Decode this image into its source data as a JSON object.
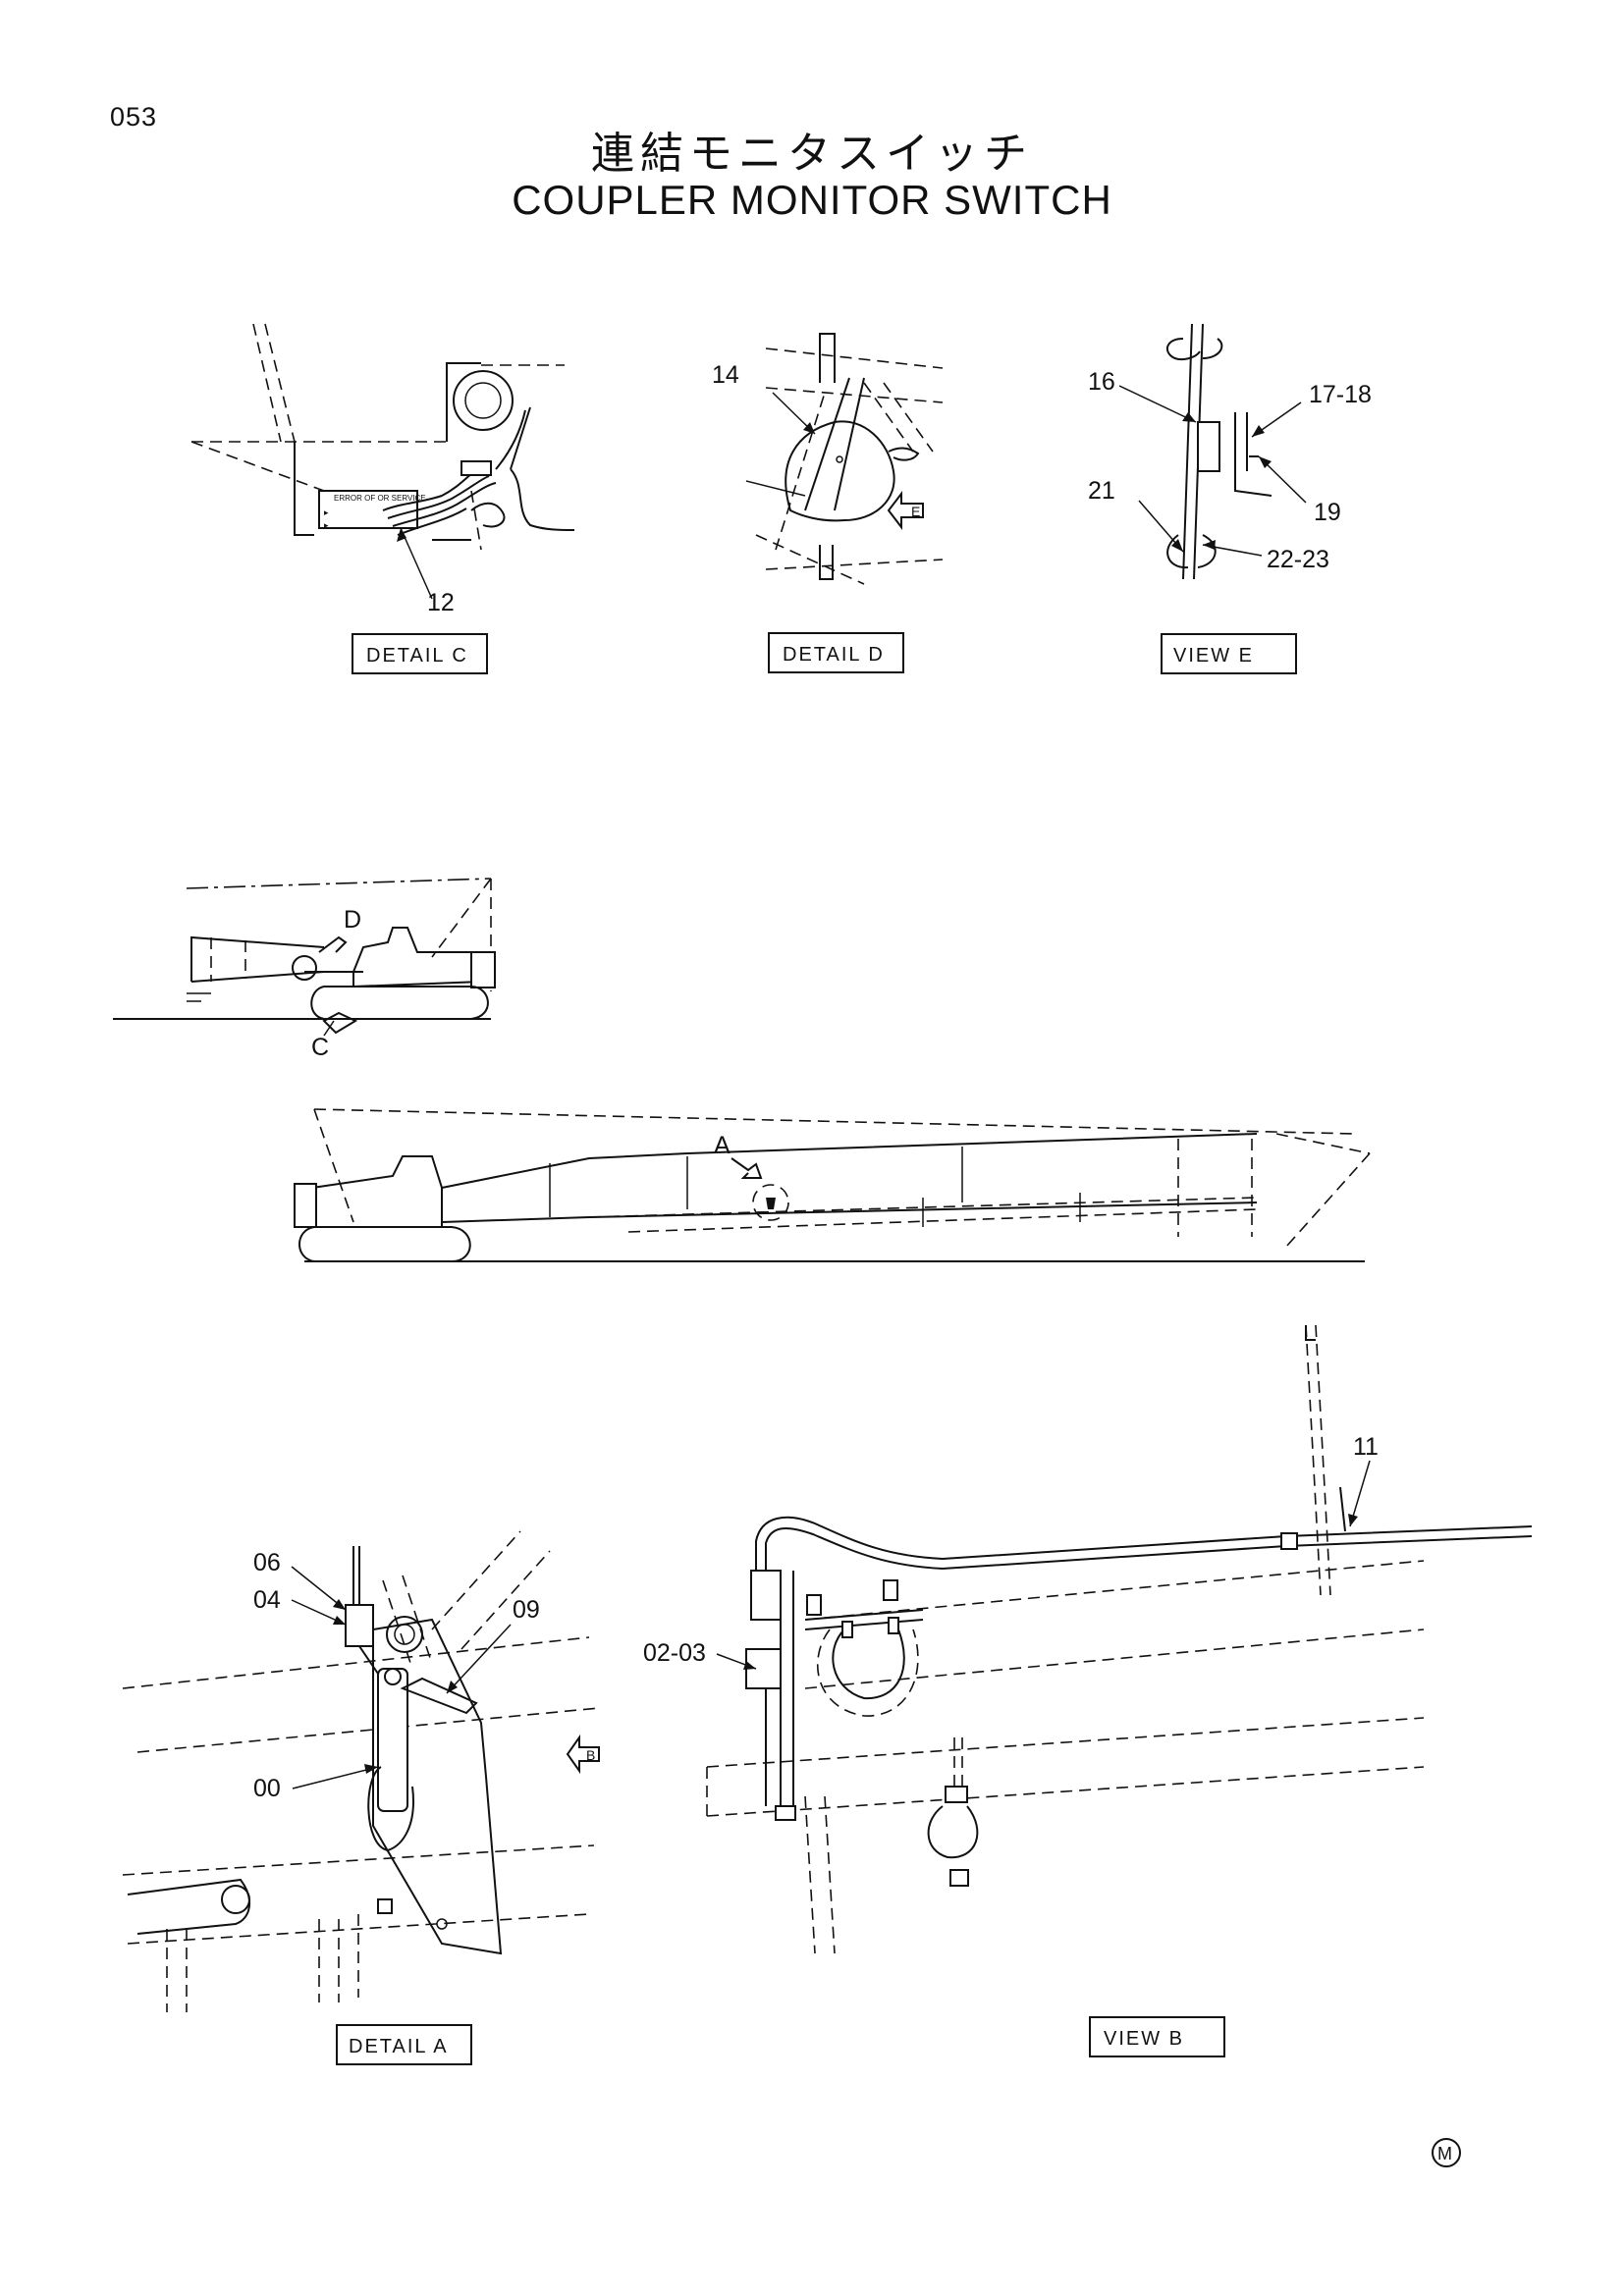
{
  "page_number": "053",
  "title_jp": "連結モニタスイッチ",
  "title_en": "COUPLER MONITOR SWITCH",
  "captions": {
    "detail_c": "DETAIL C",
    "detail_d": "DETAIL D",
    "view_e": "VIEW E",
    "detail_a": "DETAIL A",
    "view_b": "VIEW B"
  },
  "part_labels": {
    "p12": "12",
    "p14": "14",
    "p16": "16",
    "p17_18": "17-18",
    "p19": "19",
    "p21": "21",
    "p22_23": "22-23",
    "p06": "06",
    "p04": "04",
    "p09": "09",
    "p00": "00",
    "p02_03": "02-03",
    "p11": "11"
  },
  "view_markers": {
    "a": "A",
    "b": "B",
    "c": "C",
    "d": "D",
    "e": "E"
  },
  "corner_mark": "M"
}
